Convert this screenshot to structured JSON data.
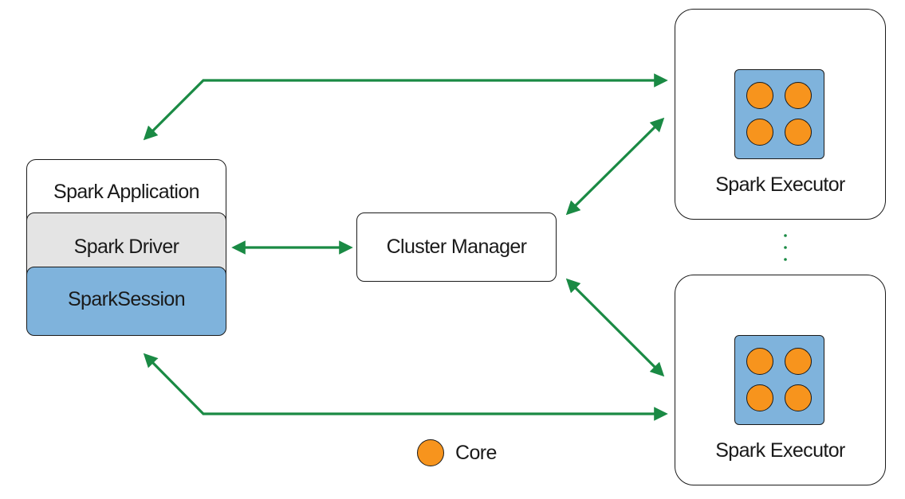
{
  "diagram": {
    "spark_application": "Spark Application",
    "spark_driver": "Spark Driver",
    "spark_session": "SparkSession",
    "cluster_manager": "Cluster Manager",
    "executors": [
      {
        "label": "Spark Executor",
        "cores": 4
      },
      {
        "label": "Spark Executor",
        "cores": 4
      }
    ],
    "ellipsis": "⋮",
    "legend": {
      "label": "Core",
      "icon": "core-circle-icon"
    }
  },
  "colors": {
    "arrow": "#1a8a44",
    "session_fill": "#7fb3dc",
    "driver_fill": "#e4e4e4",
    "core_fill": "#f7941d",
    "executor_cores_fill": "#7fb3dc"
  }
}
